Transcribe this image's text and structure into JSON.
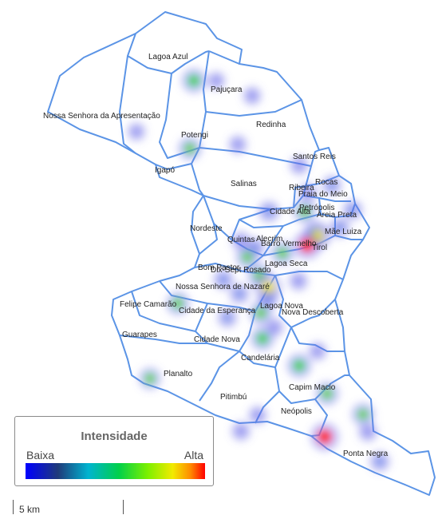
{
  "neighborhoods": [
    {
      "name": "Lagoa Azul"
    },
    {
      "name": "Pajuçara"
    },
    {
      "name": "Nossa Senhora da Apresentação"
    },
    {
      "name": "Redinha"
    },
    {
      "name": "Potengi"
    },
    {
      "name": "Igapó"
    },
    {
      "name": "Santos Reis"
    },
    {
      "name": "Salinas"
    },
    {
      "name": "Rocas"
    },
    {
      "name": "Ribeira"
    },
    {
      "name": "Praia do Meio"
    },
    {
      "name": "Petrópolis"
    },
    {
      "name": "Cidade Alta"
    },
    {
      "name": "Areia Preta"
    },
    {
      "name": "Nordeste"
    },
    {
      "name": "Mãe Luiza"
    },
    {
      "name": "Quintas"
    },
    {
      "name": "Alecrim"
    },
    {
      "name": "Barro Vermelho"
    },
    {
      "name": "Tirol"
    },
    {
      "name": "Lagoa Seca"
    },
    {
      "name": "Bom Pastor"
    },
    {
      "name": "Dix-Sept Rosado"
    },
    {
      "name": "Nossa Senhora de Nazaré"
    },
    {
      "name": "Felipe Camarão"
    },
    {
      "name": "Lagoa Nova"
    },
    {
      "name": "Cidade da Esperança"
    },
    {
      "name": "Nova Descoberta"
    },
    {
      "name": "Guarapes"
    },
    {
      "name": "Cidade Nova"
    },
    {
      "name": "Candelária"
    },
    {
      "name": "Planalto"
    },
    {
      "name": "Capim Macio"
    },
    {
      "name": "Pitimbú"
    },
    {
      "name": "Neópolis"
    },
    {
      "name": "Ponta Negra"
    }
  ],
  "hotspots": [
    {
      "level": 0.65
    },
    {
      "level": 0.12
    },
    {
      "level": 0.15
    },
    {
      "level": 0.12
    },
    {
      "level": 0.55
    },
    {
      "level": 0.15
    },
    {
      "level": 0.2
    },
    {
      "level": 0.15
    },
    {
      "level": 0.25
    },
    {
      "level": 0.55
    },
    {
      "level": 0.4
    },
    {
      "level": 0.3
    },
    {
      "level": 0.6
    },
    {
      "level": 0.3
    },
    {
      "level": 0.2
    },
    {
      "level": 0.25
    },
    {
      "level": 0.55
    },
    {
      "level": 0.8
    },
    {
      "level": 1.0
    },
    {
      "level": 0.5
    },
    {
      "level": 0.3
    },
    {
      "level": 0.55
    },
    {
      "level": 0.3
    },
    {
      "level": 0.85
    },
    {
      "level": 0.55
    },
    {
      "level": 0.2
    },
    {
      "level": 0.25
    },
    {
      "level": 0.55
    },
    {
      "level": 0.15
    },
    {
      "level": 0.25
    },
    {
      "level": 0.6
    },
    {
      "level": 0.15
    },
    {
      "level": 0.65
    },
    {
      "level": 0.55
    },
    {
      "level": 0.45
    },
    {
      "level": 0.15
    },
    {
      "level": 0.2
    },
    {
      "level": 0.5
    },
    {
      "level": 1.0
    },
    {
      "level": 0.2
    },
    {
      "level": 0.3
    }
  ],
  "legend": {
    "title": "Intensidade",
    "low": "Baixa",
    "high": "Alta"
  },
  "scale": {
    "label": "5 km"
  },
  "colors": {
    "boundary": "#5b94e6",
    "low": "#0000ff",
    "high": "#ff0000"
  }
}
